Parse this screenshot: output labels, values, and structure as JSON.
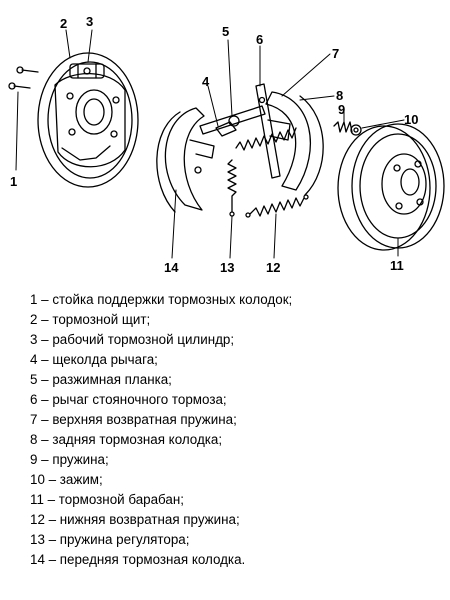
{
  "callouts": {
    "c1": "1",
    "c2": "2",
    "c3": "3",
    "c4": "4",
    "c5": "5",
    "c6": "6",
    "c7": "7",
    "c8": "8",
    "c9": "9",
    "c10": "10",
    "c11": "11",
    "c12": "12",
    "c13": "13",
    "c14": "14"
  },
  "legend": [
    "1 – стойка поддержки тормозных колодок;",
    "2 – тормозной щит;",
    "3 – рабочий тормозной цилиндр;",
    "4 – щеколда рычага;",
    "5 – разжимная планка;",
    "6 – рычаг стояночного тормоза;",
    "7 – верхняя возвратная пружина;",
    "8 – задняя тормозная колодка;",
    "9 – пружина;",
    "10 – зажим;",
    "11 – тормозной барабан;",
    "12 – нижняя возвратная пружина;",
    "13 – пружина регулятора;",
    "14 – передняя тормозная колодка."
  ]
}
